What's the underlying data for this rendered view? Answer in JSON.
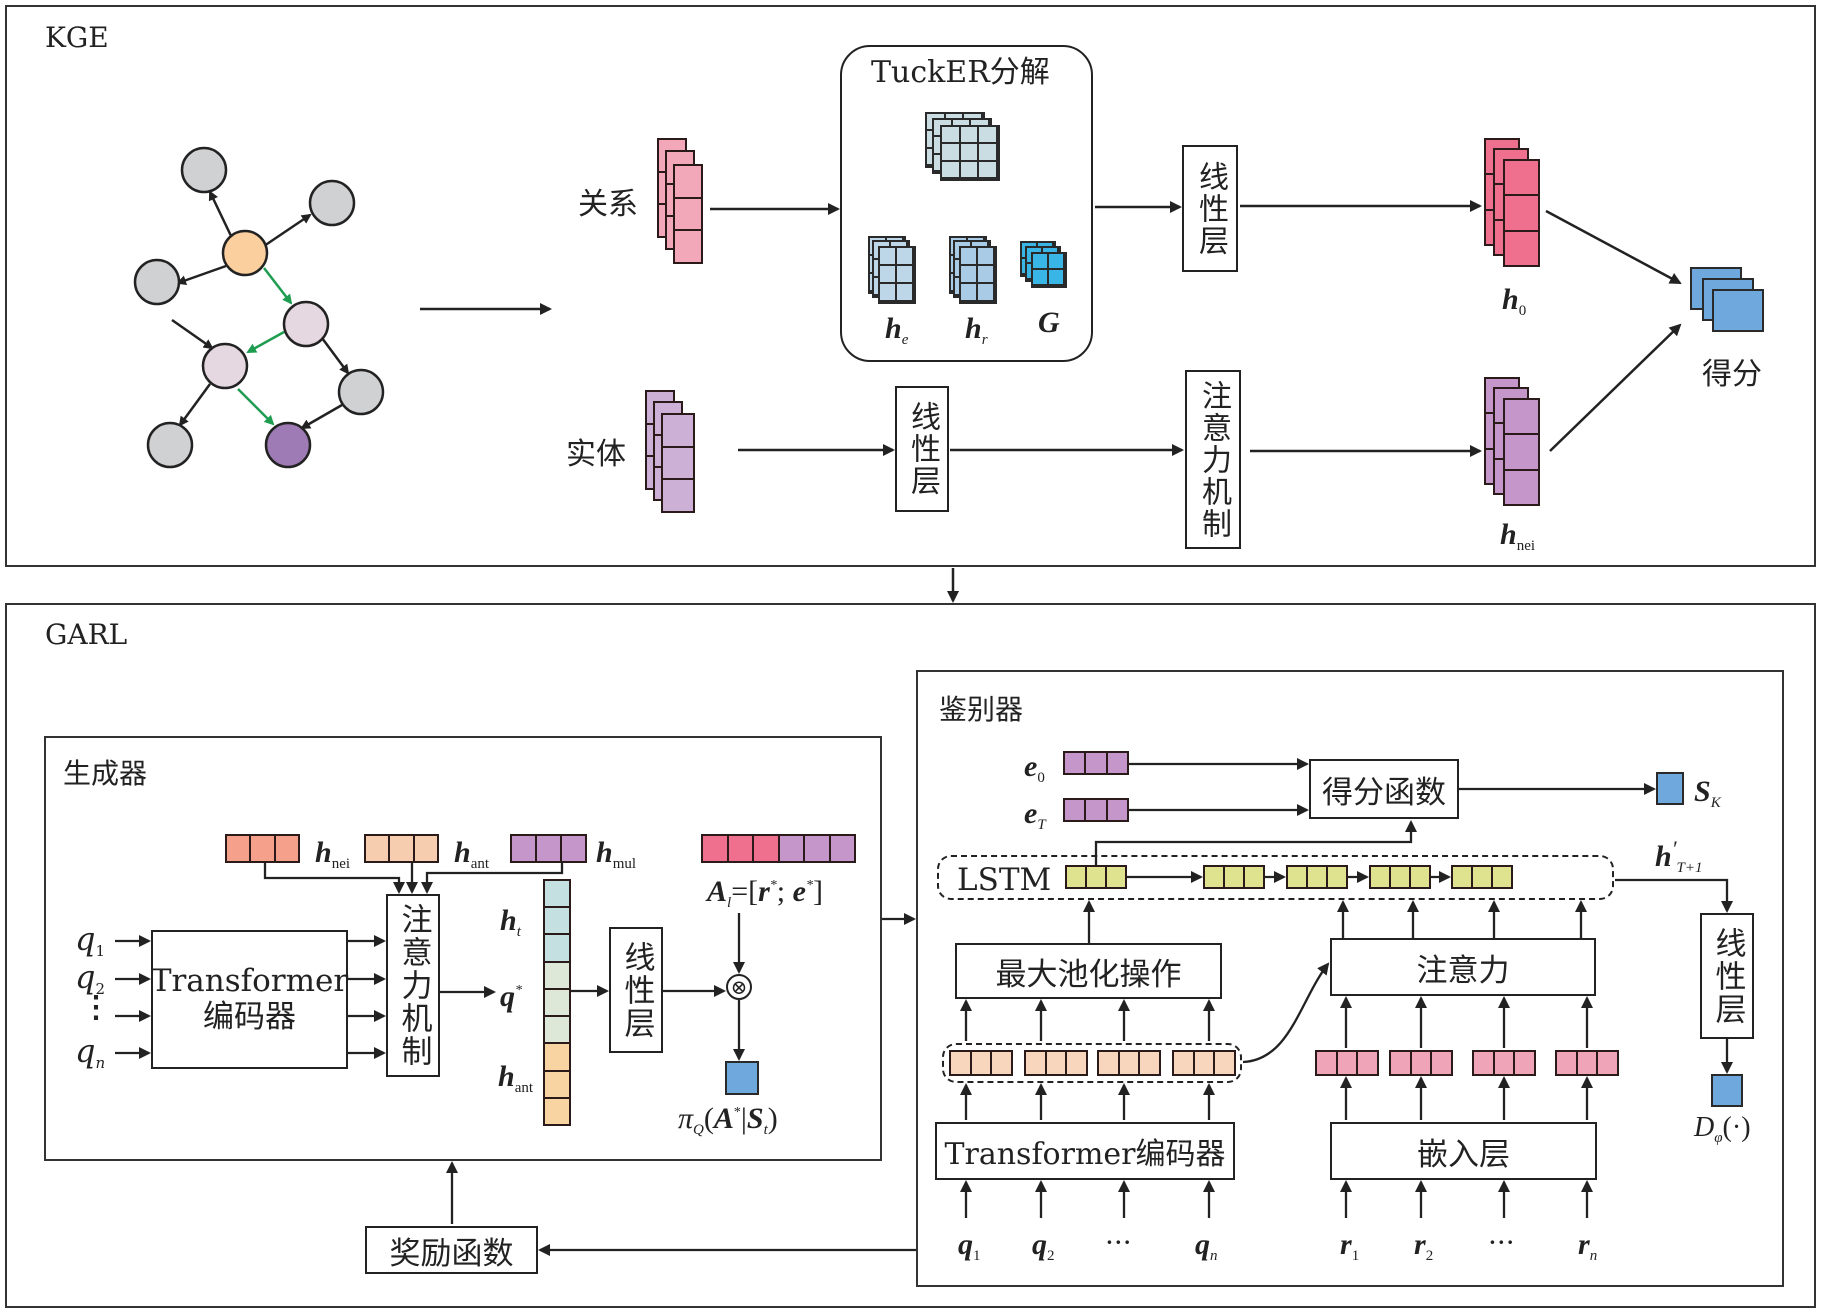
{
  "kge": {
    "title": "KGE",
    "graph": {
      "node_colors": {
        "gray": "#d0d1d3",
        "orange": "#fcd09e",
        "light": "#e6d8e1",
        "purple": "#9e7bb5"
      },
      "edge_colors": {
        "normal": "#222222",
        "path": "#1e9c50"
      }
    },
    "relation_label": "关系",
    "entity_label": "实体",
    "tucker": {
      "title": "TuckER分解",
      "he": "h",
      "he_sub": "e",
      "hr": "h",
      "hr_sub": "r",
      "g": "G"
    },
    "linear_layer": "线性层",
    "linear_layer_2": "线性层",
    "attention": "注意力机制",
    "h0": {
      "main": "h",
      "sub": "0"
    },
    "hnei": {
      "main": "h",
      "sub": "nei"
    },
    "score": "得分",
    "colors": {
      "relation": "#f2a8b8",
      "h0": "#ef6f8e",
      "entity": "#cdb0d6",
      "hnei": "#c496c9",
      "score": "#6fa8dc",
      "tucker_core": "#c9dde3",
      "he": "#bdd6e8",
      "hr": "#a9cbe6",
      "g": "#3ab6e6"
    }
  },
  "garl": {
    "title": "GARL",
    "generator": {
      "title": "生成器",
      "inputs": [
        {
          "main": "q",
          "sub": "1"
        },
        {
          "main": "q",
          "sub": "2"
        },
        {
          "main": "⋮",
          "sub": ""
        },
        {
          "main": "q",
          "sub": "n"
        }
      ],
      "transformer_line1": "Transformer",
      "transformer_line2": "编码器",
      "attention": "注意力机制",
      "h_nei": {
        "main": "h",
        "sub": "nei"
      },
      "h_ant": {
        "main": "h",
        "sub": "ant"
      },
      "h_mul": {
        "main": "h",
        "sub": "mul"
      },
      "h_t": {
        "main": "h",
        "sub": "t"
      },
      "q_star": {
        "main": "q",
        "sup": "*"
      },
      "h_ant2": {
        "main": "h",
        "sub": "ant"
      },
      "linear_layer": "线性层",
      "action_formula": "A",
      "action_sub": "l",
      "action_rest_1": "=[",
      "action_r": "r",
      "action_mid": "; ",
      "action_e": "e",
      "action_end": "]",
      "otimes": "⊗",
      "policy": {
        "pi": "π",
        "pi_sub": "Q",
        "open": "(",
        "A": "A",
        "A_sup": "*",
        "bar": "|",
        "S": "S",
        "S_sub": "t",
        "close": ")"
      },
      "colors": {
        "h_nei": "#f4a08a",
        "h_ant": "#f7cdb0",
        "h_mul": "#c496c9",
        "ht": "#c4e0e0",
        "qs": "#dde8d8",
        "hant2": "#f9d4a3",
        "action_r": "#ef6f8e",
        "action_e": "#c496c9",
        "policy": "#6fa8dc"
      }
    },
    "discriminator": {
      "title": "鉴别器",
      "e0": {
        "main": "e",
        "sub": "0"
      },
      "eT": {
        "main": "e",
        "sub": "T"
      },
      "score_function": "得分函数",
      "sk": {
        "main": "S",
        "sub": "K"
      },
      "lstm": "LSTM",
      "h_prime": {
        "main": "h",
        "prime": "′",
        "sub": "T+1"
      },
      "max_pool": "最大池化操作",
      "attention": "注意力",
      "transformer": "Transformer编码器",
      "embedding": "嵌入层",
      "linear_layer": "线性层",
      "d_phi": {
        "main": "D",
        "sub": "φ",
        "rest": "(·)"
      },
      "q_inputs": [
        {
          "main": "q",
          "sub": "1"
        },
        {
          "main": "q",
          "sub": "2"
        },
        {
          "main": "···",
          "sub": ""
        },
        {
          "main": "q",
          "sub": "n"
        }
      ],
      "r_inputs": [
        {
          "main": "r",
          "sub": "1"
        },
        {
          "main": "r",
          "sub": "2"
        },
        {
          "main": "···",
          "sub": ""
        },
        {
          "main": "r",
          "sub": "n"
        }
      ],
      "colors": {
        "e": "#c496c9",
        "lstm": "#dfe28f",
        "q_vec": "#f7d6bd",
        "r_vec": "#efa4b7",
        "sk": "#6fa8dc",
        "d": "#6fa8dc"
      }
    },
    "reward_function": "奖励函数"
  }
}
